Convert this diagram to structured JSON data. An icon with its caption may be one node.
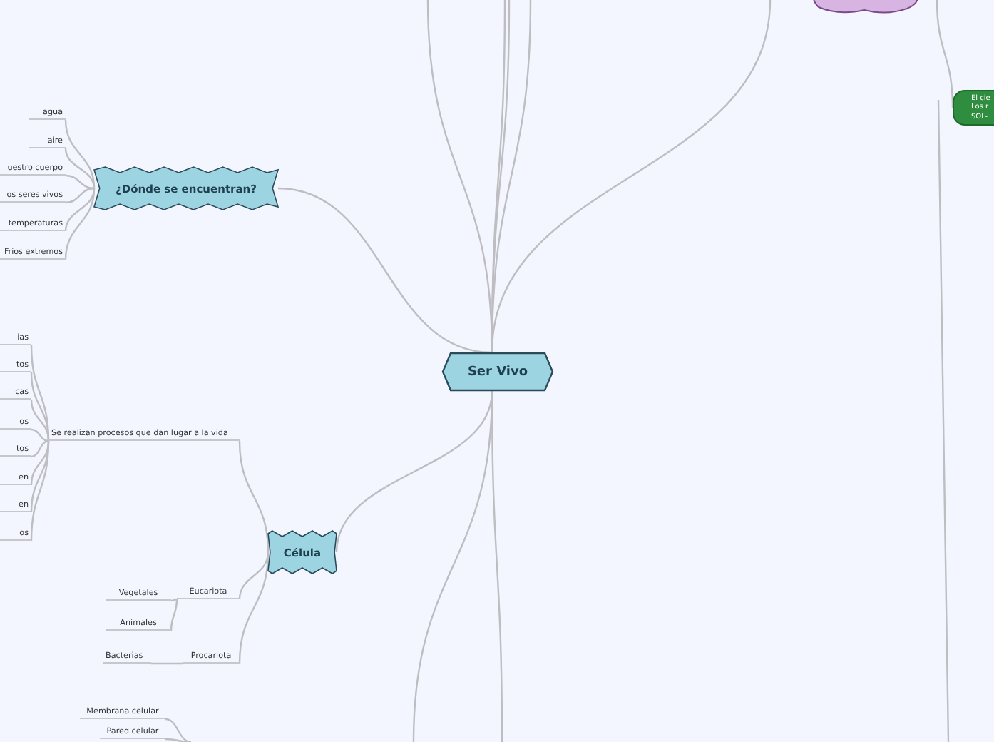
{
  "diagram": {
    "nodes": [
      {
        "text": [
          "Ser Vivo"
        ]
      },
      {
        "text": [
          "¿Dónde se encuentran?"
        ]
      },
      {
        "text": [
          "agua"
        ]
      },
      {
        "text": [
          "aire"
        ]
      },
      {
        "text": [
          "uestro cuerpo"
        ]
      },
      {
        "text": [
          "os seres vivos"
        ]
      },
      {
        "text": [
          "temperaturas"
        ]
      },
      {
        "text": [
          "Frios extremos"
        ]
      },
      {
        "text": [
          "Célula"
        ]
      },
      {
        "text": [
          "Se realizan procesos que dan lugar a la vida"
        ]
      },
      {
        "text": [
          "ias"
        ]
      },
      {
        "text": [
          "tos"
        ]
      },
      {
        "text": [
          "cas"
        ]
      },
      {
        "text": [
          "os"
        ]
      },
      {
        "text": [
          "tos"
        ]
      },
      {
        "text": [
          "en"
        ]
      },
      {
        "text": [
          "en"
        ]
      },
      {
        "text": [
          "os"
        ]
      },
      {
        "text": [
          "Eucariota"
        ]
      },
      {
        "text": [
          "Vegetales"
        ]
      },
      {
        "text": [
          "Animales"
        ]
      },
      {
        "text": [
          "Procariota"
        ]
      },
      {
        "text": [
          "Bacterias"
        ]
      },
      {
        "text": [
          "Membrana celular"
        ]
      },
      {
        "text": [
          "Pared celular"
        ]
      },
      {
        "text": [],
        "shape": "cloud"
      },
      {
        "text": [
          "El cie Los r SOL-"
        ]
      }
    ],
    "edges": [
      {
        "from": 0,
        "to": 1,
        "arrow": "none"
      },
      {
        "from": 1,
        "to": 2,
        "arrow": "none"
      },
      {
        "from": 1,
        "to": 3,
        "arrow": "none"
      },
      {
        "from": 1,
        "to": 4,
        "arrow": "none"
      },
      {
        "from": 1,
        "to": 5,
        "arrow": "none"
      },
      {
        "from": 1,
        "to": 6,
        "arrow": "none"
      },
      {
        "from": 1,
        "to": 7,
        "arrow": "none"
      },
      {
        "from": 0,
        "to": 8,
        "arrow": "none"
      },
      {
        "from": 8,
        "to": 9,
        "arrow": "none"
      },
      {
        "from": 9,
        "to": 10,
        "arrow": "none"
      },
      {
        "from": 9,
        "to": 11,
        "arrow": "none"
      },
      {
        "from": 9,
        "to": 12,
        "arrow": "none"
      },
      {
        "from": 9,
        "to": 13,
        "arrow": "none"
      },
      {
        "from": 9,
        "to": 14,
        "arrow": "none"
      },
      {
        "from": 9,
        "to": 15,
        "arrow": "none"
      },
      {
        "from": 9,
        "to": 16,
        "arrow": "none"
      },
      {
        "from": 9,
        "to": 17,
        "arrow": "none"
      },
      {
        "from": 8,
        "to": 18,
        "arrow": "none"
      },
      {
        "from": 18,
        "to": 19,
        "arrow": "none"
      },
      {
        "from": 18,
        "to": 20,
        "arrow": "none"
      },
      {
        "from": 8,
        "to": 21,
        "arrow": "none"
      },
      {
        "from": 21,
        "to": 22,
        "arrow": "none"
      },
      {
        "from": null,
        "to": 23,
        "arrow": "none"
      },
      {
        "from": null,
        "to": 24,
        "arrow": "none"
      },
      {
        "from": 0,
        "to": null,
        "arrow": "none"
      },
      {
        "from": 0,
        "to": null,
        "arrow": "none"
      },
      {
        "from": 0,
        "to": null,
        "arrow": "none"
      },
      {
        "from": 0,
        "to": null,
        "arrow": "none"
      },
      {
        "from": 0,
        "to": null,
        "arrow": "none"
      },
      {
        "from": 0,
        "to": null,
        "arrow": "none"
      },
      {
        "from": 0,
        "to": null,
        "arrow": "none"
      },
      {
        "from": null,
        "to": 26,
        "arrow": "none"
      }
    ]
  }
}
